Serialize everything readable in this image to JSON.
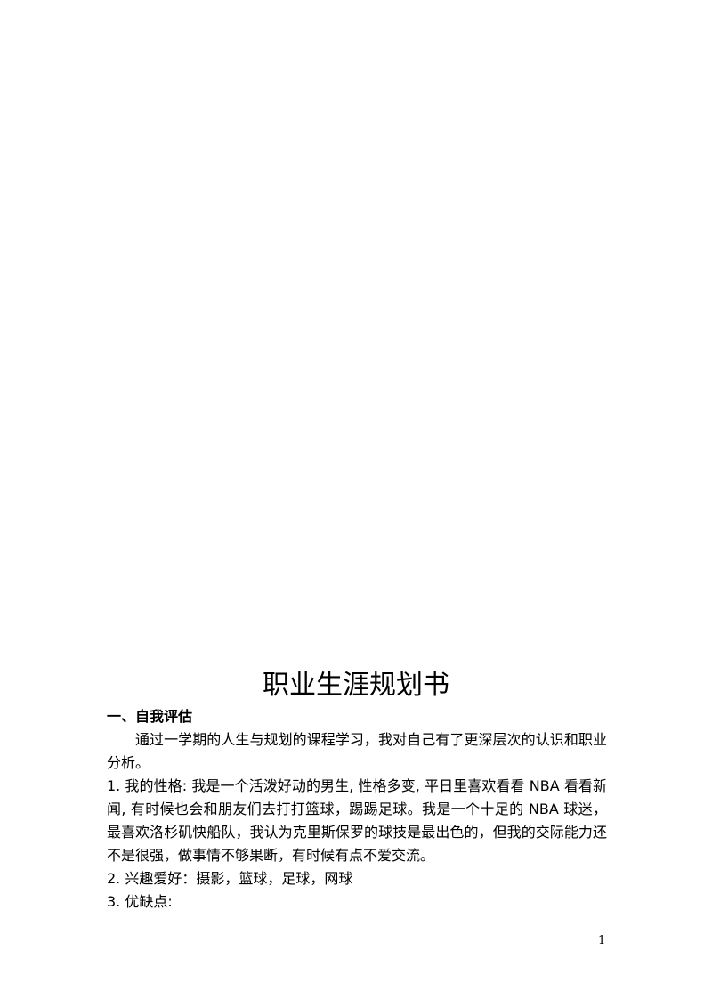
{
  "document": {
    "title": "职业生涯规划书",
    "section1_heading": "一、自我评估",
    "intro": "通过一学期的人生与规划的课程学习，我对自己有了更深层次的认识和职业分析。",
    "item1": "1. 我的性格: 我是一个活泼好动的男生, 性格多变, 平日里喜欢看看 NBA 看看新闻, 有时候也会和朋友们去打打篮球，踢踢足球。我是一个十足的 NBA 球迷，最喜欢洛杉矶快船队，我认为克里斯保罗的球技是最出色的，但我的交际能力还不是很强，做事情不够果断，有时候有点不爱交流。",
    "item2": "2. 兴趣爱好：摄影，篮球，足球，网球",
    "item3": "3. 优缺点:",
    "page_number": "1"
  }
}
